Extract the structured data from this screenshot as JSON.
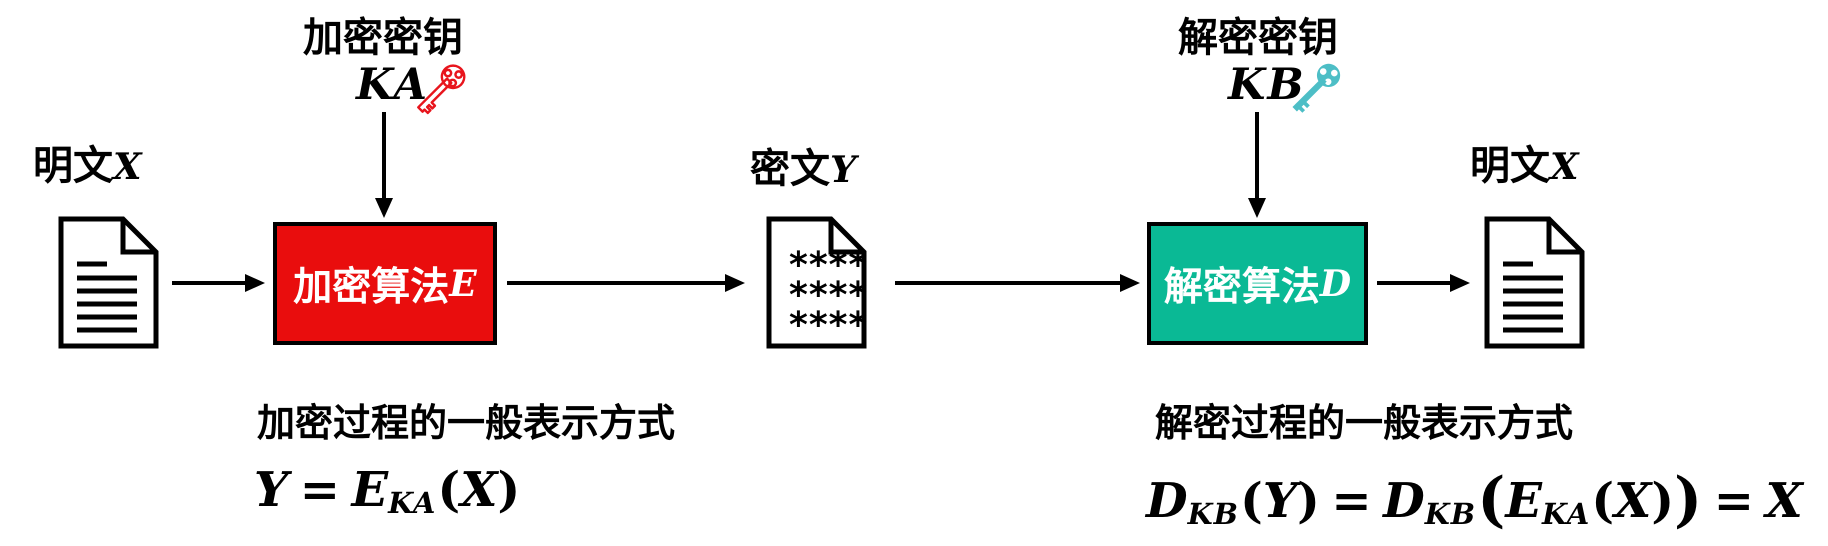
{
  "palette": {
    "encrypt_box_bg": "#e90d0d",
    "decrypt_box_bg": "#0ab995",
    "encrypt_key_icon": "#e8151d",
    "decrypt_key_icon": "#4dbec6",
    "ink": "#000000",
    "box_text": "#ffffff"
  },
  "encrypt_flow": {
    "key_label": "加密密钥",
    "key_symbol": "KA",
    "input_label": "明文",
    "input_var": "X",
    "box_label": "加密算法",
    "box_var": "E",
    "caption": "加密过程的一般表示方式",
    "formula": {
      "y": "Y",
      "eq": "=",
      "e": "E",
      "sub": "KA",
      "open": "(",
      "x": "X",
      "close": ")"
    }
  },
  "cipher": {
    "label": "密文",
    "var": "Y",
    "doc_rows": [
      "****",
      "****",
      "****"
    ]
  },
  "decrypt_flow": {
    "key_label": "解密密钥",
    "key_symbol": "KB",
    "box_label": "解密算法",
    "box_var": "D",
    "output_label": "明文",
    "output_var": "X",
    "caption": "解密过程的一般表示方式",
    "formula": {
      "d1": "D",
      "s1": "KB",
      "o1": "(",
      "y": "Y",
      "c1": ")",
      "eq1": "=",
      "d2": "D",
      "s2": "KB",
      "bo": "(",
      "e": "E",
      "s3": "KA",
      "o2": "(",
      "x1": "X",
      "c2": ")",
      "bc": ")",
      "eq2": "=",
      "x2": "X"
    }
  }
}
